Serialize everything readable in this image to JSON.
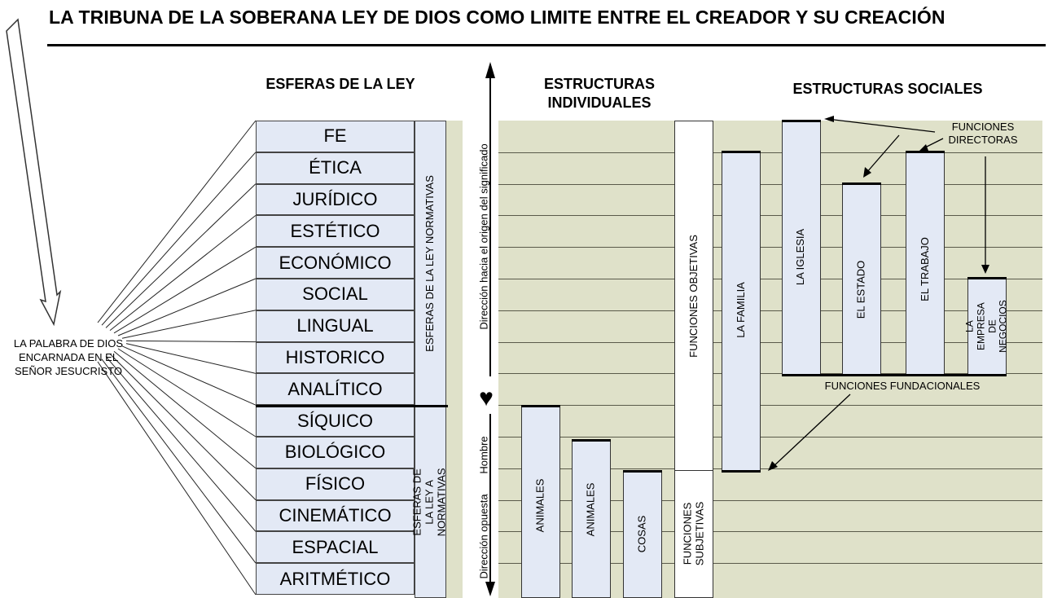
{
  "title": "LA TRIBUNA DE LA SOBERANA LEY DE DIOS COMO LIMITE ENTRE EL CREADOR Y SU CREACIÓN",
  "word_label": [
    "LA PALABRA DE DIOS",
    "ENCARNADA EN EL",
    "SEÑOR JESUCRISTO"
  ],
  "headers": {
    "spheres": "ESFERAS DE LA LEY",
    "individual": "ESTRUCTURAS INDIVIDUALES",
    "social": "ESTRUCTURAS SOCIALES"
  },
  "spheres": [
    "FE",
    "ÉTICA",
    "JURÍDICO",
    "ESTÉTICO",
    "ECONÓMICO",
    "SOCIAL",
    "LINGUAL",
    "HISTORICO",
    "ANALÍTICO",
    "SÍQUICO",
    "BIOLÓGICO",
    "FÍSICO",
    "CINEMÁTICO",
    "ESPACIAL",
    "ARITMÉTICO"
  ],
  "normative_label": "ESFERAS DE LA LEY NORMATIVAS",
  "non_normative_label": "ESFERAS DE LA LEY A NORMATIVAS",
  "direction_up": "Dirección hacia el origen del significado",
  "heart_glyph": "♥",
  "hombre": "Hombre",
  "direction_down": "Dirección opuesta",
  "individual_bars": [
    "ANIMALES",
    "ANIMALES",
    "COSAS"
  ],
  "funciones_objetivas": "FUNCIONES OBJETIVAS",
  "funciones_subjetivas": "FUNCIONES SUBJETIVAS",
  "social_bars": [
    "LA FAMILIA",
    "LA IGLESIA",
    "EL ESTADO",
    "EL TRABAJO",
    "LA EMPRESA DE NEGOCIOS"
  ],
  "funciones_directoras": "FUNCIONES DIRECTORAS",
  "funciones_fundacionales": "FUNCIONES FUNDACIONALES",
  "colors": {
    "sphere_fill": "#e3e9f5",
    "area_fill": "#dfe1c9",
    "line": "#000000"
  }
}
